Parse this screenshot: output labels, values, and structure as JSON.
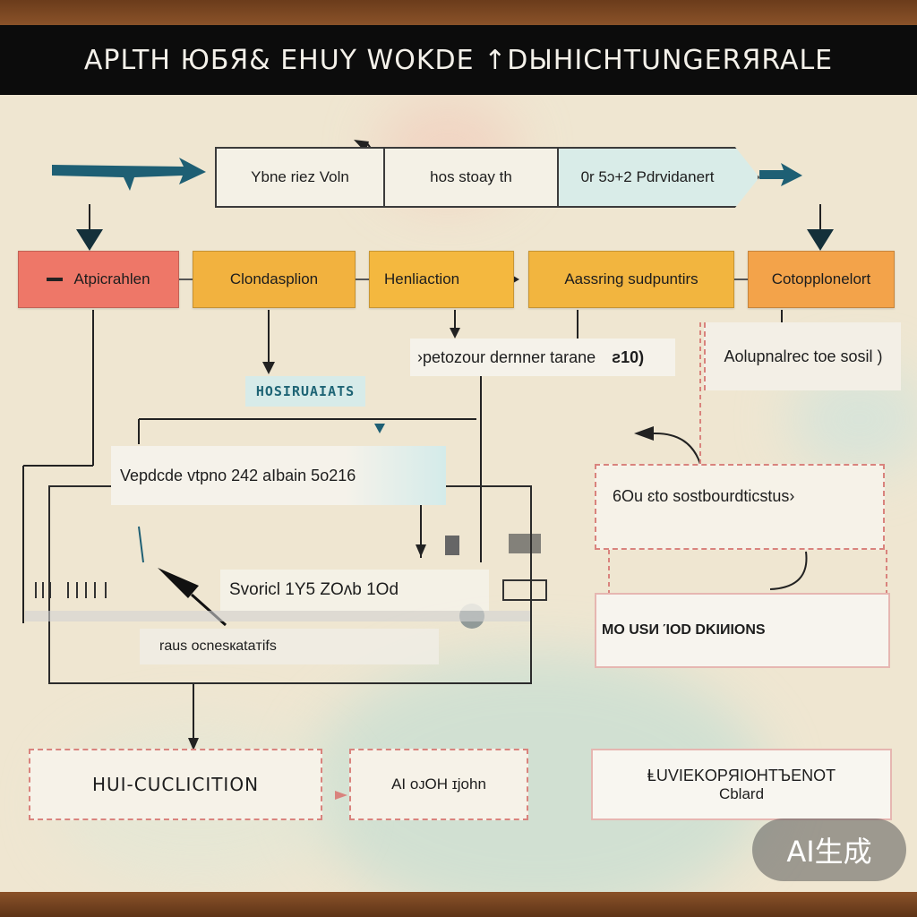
{
  "title": "APLTH ЮБЯ& ЕНUY WOKDE ↑DЫНICHTUNGERЯRALE",
  "banner": {
    "seg1": "Ybne riez  Voln",
    "seg2": "hos stoay th",
    "seg3": "0r 5ɔ+2  Pdrvidanert"
  },
  "nodes": {
    "n1": "Atpicrahlen",
    "n2": "Clondasplion",
    "n3": "Henliaction",
    "n4": "Aassring sudpuntirs",
    "n5": "Cotopplonelort"
  },
  "notes": {
    "petozour": "›petozour dernner tarane",
    "petozour_suffix": "ƨ10)",
    "aolupnalrec": "Aolupnalrec toe sosil )",
    "stamp": "HOSIRUAIATS",
    "vepdcde": "Vepdcde  vtpno 242 aIbain 5o216",
    "sonoul": "6Ou ɛto sostbourdticstus›",
    "svorici": "Svoricl  1Y5  ZOᴧb 1Od",
    "raus": "raus  ocnesкataтifs",
    "mo_usid": "MO USИ   ΊOD DKIИIONS"
  },
  "bottom": {
    "b1": "HUI-CUCLICITION",
    "b2": "AI oᴊOH ɪjohn",
    "b3_line1": "ⱠUVIEKOPЯIOHTЪЕNOT",
    "b3_line2": "Cblard"
  },
  "colors": {
    "red": "#ee7768",
    "orange": "#f2b23f",
    "yellow": "#f4b83f",
    "teal_arrow": "#1e5f74",
    "peach": "#f3a34a"
  },
  "watermark": "AI生成"
}
